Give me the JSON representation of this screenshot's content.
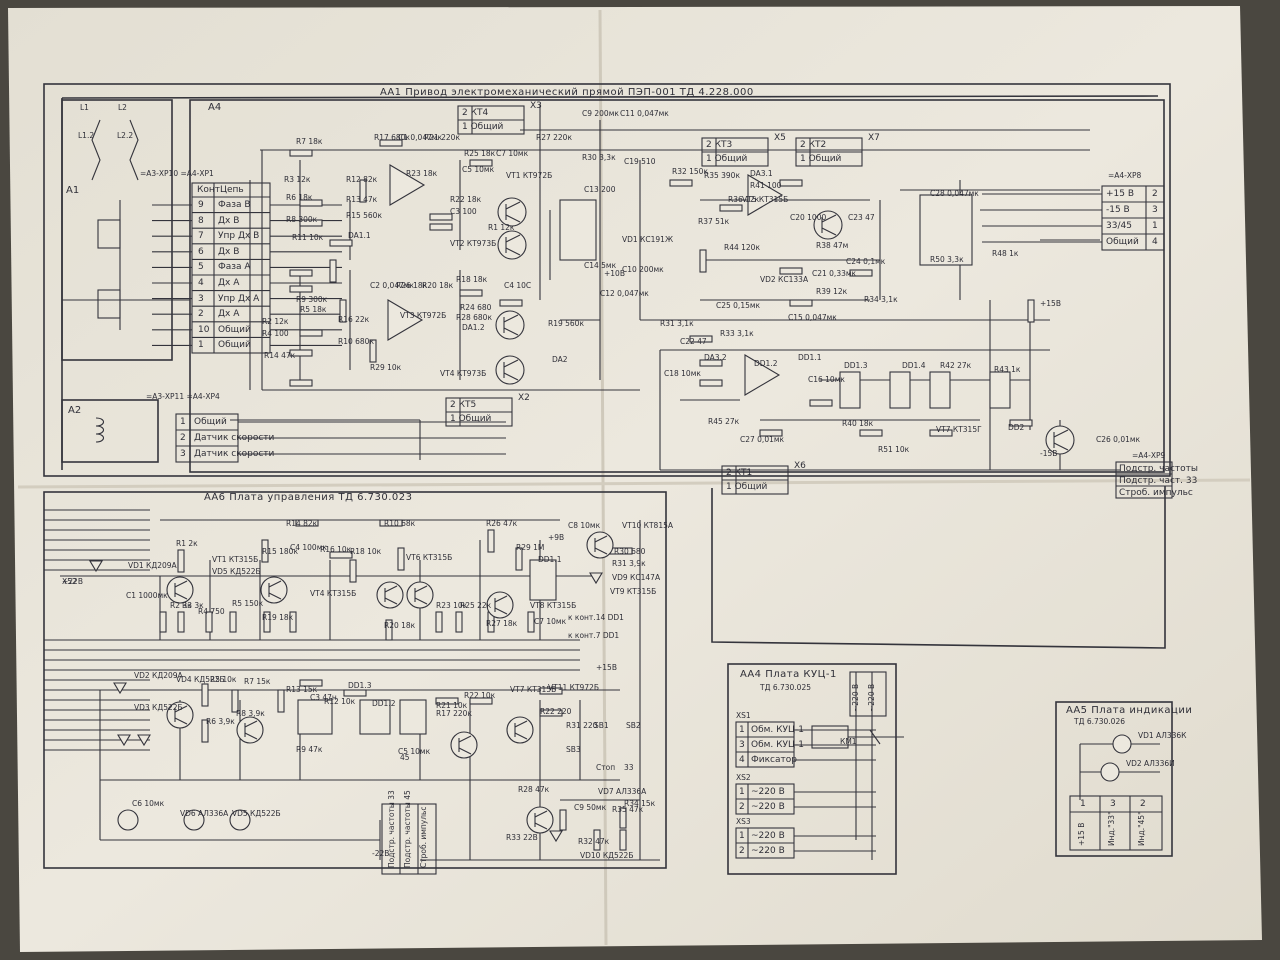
{
  "sheet": {
    "colors": {
      "paper": "#ebe7dc",
      "ink": "#34343c",
      "shadow": "#3b3a36"
    }
  },
  "aa1": {
    "title": "АА1 Привод электромеханический прямой ПЭП-001 ТД 4.228.000",
    "a1": "А1",
    "a2": "А2",
    "a4": "А4",
    "l1": "L1",
    "l2": "L2",
    "l12": "L1.2",
    "l22": "L2.2",
    "xp10": {
      "header": "=А3-ХР10  =А4-ХР1",
      "col_contact": "Конт.",
      "col_circuit": "Цепь",
      "rows": [
        {
          "n": "9",
          "name": "Фаза В"
        },
        {
          "n": "8",
          "name": "Дх В"
        },
        {
          "n": "7",
          "name": "Упр Дх В"
        },
        {
          "n": "6",
          "name": "Дх В"
        },
        {
          "n": "5",
          "name": "Фаза А"
        },
        {
          "n": "4",
          "name": "Дх А"
        },
        {
          "n": "3",
          "name": "Упр Дх А"
        },
        {
          "n": "2",
          "name": "Дх А"
        },
        {
          "n": "10",
          "name": "Общий"
        },
        {
          "n": "1",
          "name": "Общий"
        }
      ]
    },
    "xp11": {
      "header": "=А3-ХР11  =А4-ХР4",
      "rows": [
        {
          "n": "1",
          "name": "Общий"
        },
        {
          "n": "2",
          "name": "Датчик скорости"
        },
        {
          "n": "3",
          "name": "Датчик скорости"
        }
      ]
    },
    "xp8": {
      "header": "=А4-ХР8",
      "rows": [
        {
          "name": "+15 В",
          "n": "2"
        },
        {
          "name": "-15 В",
          "n": "3"
        },
        {
          "name": "33/45",
          "n": "1"
        },
        {
          "name": "Общий",
          "n": "4"
        }
      ]
    },
    "xp9": {
      "header": "=А4-ХР9",
      "rows": [
        "Подстр. частоты",
        "Подстр. част. 33",
        "Строб. импульс"
      ]
    },
    "kt_blocks": [
      {
        "id": "kt4",
        "pins": [
          "2 КТ4",
          "1 Общий"
        ],
        "x": "X3"
      },
      {
        "id": "kt3",
        "pins": [
          "2 КТ3",
          "1 Общий"
        ],
        "x": "X5"
      },
      {
        "id": "kt2",
        "pins": [
          "2 КТ2",
          "1 Общий"
        ],
        "x": "X7"
      },
      {
        "id": "kt5",
        "pins": [
          "2 КТ5",
          "1 Общий"
        ],
        "x": "X2"
      },
      {
        "id": "kt1",
        "pins": [
          "2 КТ1",
          "1 Общий"
        ],
        "x": "X6"
      }
    ],
    "labels": [
      "R7 18к",
      "R17 680к",
      "C1 0,047мк",
      "R21 220к",
      "R27 220к",
      "C9 200мк",
      "C11 0,047мк",
      "R25 18к",
      "C7 10мк",
      "C5 10мк",
      "VT1 КТ972Б",
      "R3 12к",
      "R6 18к",
      "R8 300к",
      "R11 10к",
      "R12 82к",
      "R13 47к",
      "R15 560к",
      "DA1.1",
      "R23 18к",
      "R22 18к",
      "C3 100",
      "VT2 КТ973Б",
      "R1 12к",
      "R2 12к",
      "R4 100",
      "R5 18к",
      "R9 300к",
      "R14 47к",
      "R16 22к",
      "R10 680к",
      "C2 0,047мк",
      "R26 18к",
      "R20 18к",
      "R18 18к",
      "R24 680",
      "R28 680к",
      "DA1.2",
      "C4 10С",
      "VT3 КТ972Б",
      "VT4 КТ973Б",
      "R19 560к",
      "DA2",
      "R29 10к",
      "C13 200",
      "C14 5мк",
      "VD1 КС191Ж",
      "C10 200мк",
      "C12 0,047мк",
      "R30 3,3к",
      "C19 510",
      "R32 150к",
      "R35 390к",
      "R37 51к",
      "R36 12к",
      "DA3.1",
      "R41 100",
      "VT5 КТ315Б",
      "C20 1000",
      "C23 47",
      "R44 120к",
      "R38 47м",
      "C24 0,1мк",
      "VD2 КС133А",
      "C21 0,33мк",
      "R39 12к",
      "C25 0,15мк",
      "C15 0,047мк",
      "R34 3,1к",
      "R31 3,1к",
      "R33 3,1к",
      "C22 47",
      "DA3.2",
      "DD1.1",
      "DD1.2",
      "DD1.3",
      "DD1.4",
      "R42 27к",
      "R43 1к",
      "C16 10мк",
      "R40 18к",
      "C18 10мк",
      "C27 0,01мк",
      "R45 27к",
      "R51 10к",
      "VT7 КТ315Г",
      "DD2",
      "C26 0,01мк",
      "C28 0,047мк",
      "R50 3,3к",
      "R48 1к",
      "+15В",
      "-15В",
      "+10В"
    ]
  },
  "aa6": {
    "title": "АА6 Плата управления ТД 6.730.023",
    "labels": [
      "+22В",
      "VD1 КД209А",
      "C1 1000мк",
      "R1 2к",
      "R2 3к",
      "R3 3к",
      "VT1 КТ315Б",
      "VD5 КД522Б",
      "R4 750",
      "R5 150к",
      "R14 82к",
      "C4 100мк",
      "R16 10к",
      "R18 10к",
      "VT4 КТ315Б",
      "VT6 КТ315Б",
      "R10 68к",
      "R26 47к",
      "C8 10мк",
      "+9В",
      "VT10 КТ815А",
      "R29 1М",
      "DD1.1",
      "R30 680",
      "R31 3,9к",
      "VD9 КС147А",
      "VT9 КТ315Б",
      "R20 18к",
      "R23 10к",
      "R25 22к",
      "R27 18к",
      "C7 10мк",
      "R19 18к",
      "R15 180к",
      "VT8 КТ315Б",
      "к конт.14 DD1",
      "к конт.7 DD1",
      "+15В",
      "VD2 КД209А",
      "VD3 КД522Б",
      "VD4 КД522Б",
      "R5 10к",
      "R6 3,9к",
      "R7 15к",
      "R8 3,9к",
      "R9 47к",
      "R13 15к",
      "C3 47н",
      "R12 10к",
      "DD1.2",
      "C5 10мк",
      "DD1.3",
      "R17 220к",
      "R21 10к",
      "R22 10к",
      "VT7 КТ315Б",
      "R28 47к",
      "VT11 КТ972Б",
      "R22 220",
      "R31 220",
      "SB1",
      "SB2",
      "SB3",
      "Стоп",
      "33",
      "45",
      "C6 10мк",
      "VD6 АЛ336А",
      "VD5 КД522Б",
      "VD7 АЛ336А",
      "C9 50мк",
      "R34 15к",
      "R35 47к",
      "R32 47к",
      "R33 22В",
      "VD10 КД522Б",
      "-22В",
      "X52"
    ],
    "connector_pins": [
      "Подстр. частоты 33",
      "Подстр. частоты 45",
      "Строб. импульс"
    ]
  },
  "aa4": {
    "title": "АА4 Плата КУЦ-1",
    "subtitle": "ТД 6.730.025",
    "x51": "XS1",
    "x52": "XS2",
    "x53": "XS3",
    "km1": "КМ1",
    "rows_xs1": [
      {
        "n": "1",
        "name": "Обм. КУЦ-1"
      },
      {
        "n": "3",
        "name": "Обм. КУЦ-1"
      },
      {
        "n": "4",
        "name": "Фиксатор"
      }
    ],
    "rows_xs2": [
      {
        "n": "1",
        "name": "~220 В"
      },
      {
        "n": "2",
        "name": "~220 В"
      }
    ],
    "rows_xs3": [
      {
        "n": "1",
        "name": "~220 В"
      },
      {
        "n": "2",
        "name": "~220 В"
      }
    ],
    "top_pins": [
      "~220 В",
      "~220 В"
    ]
  },
  "aa5": {
    "title": "АА5 Плата индикации",
    "subtitle": "ТД 6.730.026",
    "d1": "VD1 АЛ336К",
    "d2": "VD2 АЛ336И",
    "pins": [
      {
        "n": "1",
        "name": "+15 В"
      },
      {
        "n": "3",
        "name": "Инд.\"33\""
      },
      {
        "n": "2",
        "name": "Инд.\"45\""
      }
    ]
  }
}
